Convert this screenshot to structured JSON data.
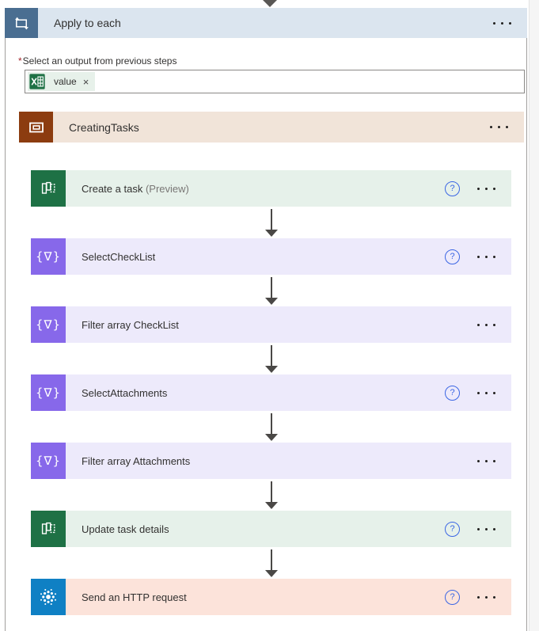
{
  "colors": {
    "apply_header_bg": "#dbe5ef",
    "apply_icon_bg": "#4a6e91",
    "scope_header_bg": "#f1e4d9",
    "scope_icon_bg": "#8c3c10",
    "planner_icon_bg": "#1e7145",
    "planner_bar_bg": "#e6f1ea",
    "dataop_icon_bg": "#8768ea",
    "dataop_bar_bg": "#edeafb",
    "http_icon_bg": "#0f80c4",
    "http_bar_bg": "#fce3da",
    "token_bg": "#e7f1ea",
    "excel_green": "#1e7145",
    "required_red": "#a4262c",
    "help_blue": "#3b66e4"
  },
  "apply_to_each": {
    "title": "Apply to each"
  },
  "parameter": {
    "required_mark": "*",
    "label": "Select an output from previous steps",
    "token": {
      "label": "value",
      "remove_glyph": "×",
      "icon": "excel-table-icon"
    }
  },
  "scope": {
    "title": "CreatingTasks"
  },
  "actions": [
    {
      "title": "Create a task",
      "suffix": " (Preview)",
      "type": "planner",
      "has_help": true
    },
    {
      "title": "SelectCheckList",
      "suffix": "",
      "type": "dataop",
      "has_help": true
    },
    {
      "title": "Filter array CheckList",
      "suffix": "",
      "type": "dataop",
      "has_help": false
    },
    {
      "title": "SelectAttachments",
      "suffix": "",
      "type": "dataop",
      "has_help": true
    },
    {
      "title": "Filter array Attachments",
      "suffix": "",
      "type": "dataop",
      "has_help": false
    },
    {
      "title": "Update task details",
      "suffix": "",
      "type": "planner",
      "has_help": true
    },
    {
      "title": "Send an HTTP request",
      "suffix": "",
      "type": "http",
      "has_help": true
    }
  ],
  "icons": {
    "loop": "apply-to-each-loop-icon",
    "scope": "scope-frame-icon",
    "planner": "planner-board-icon",
    "dataop": "curly-braces-funnel-icon",
    "http": "dot-burst-icon",
    "more_options": "three-dots",
    "help_glyph": "?",
    "dataop_glyph": "{∇}"
  }
}
